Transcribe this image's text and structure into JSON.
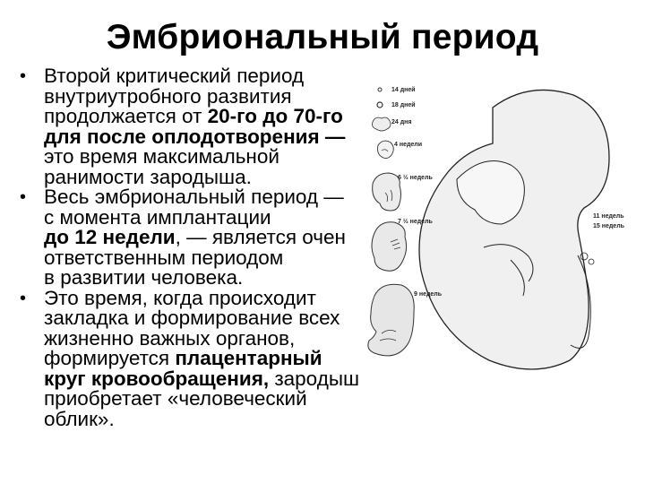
{
  "slide": {
    "title": "Эмбриональный период",
    "bullets": [
      {
        "lines": [
          [
            {
              "text": "Второй критический период",
              "bold": false
            }
          ],
          [
            {
              "text": "внутриутробного развития",
              "bold": false
            }
          ],
          [
            {
              "text": "продолжается от ",
              "bold": false
            },
            {
              "text": "20-го до 70-го",
              "bold": true
            }
          ],
          [
            {
              "text": "для после оплодотворения —",
              "bold": true
            }
          ],
          [
            {
              "text": "это время максимальной",
              "bold": false
            }
          ],
          [
            {
              "text": "ранимости зародыша.",
              "bold": false
            }
          ]
        ]
      },
      {
        "lines": [
          [
            {
              "text": "Весь эмбриональный период —",
              "bold": false
            }
          ],
          [
            {
              "text": "с момента имплантации",
              "bold": false
            }
          ],
          [
            {
              "text": "до 12 недели",
              "bold": true
            },
            {
              "text": ", — является очен",
              "bold": false
            }
          ],
          [
            {
              "text": "ответственным периодом",
              "bold": false
            }
          ],
          [
            {
              "text": "в развитии человека.",
              "bold": false
            }
          ]
        ]
      },
      {
        "lines": [
          [
            {
              "text": "Это время, когда происходит",
              "bold": false
            }
          ],
          [
            {
              "text": "закладка и формирование всех",
              "bold": false
            }
          ],
          [
            {
              "text": "жизненно важных органов,",
              "bold": false
            }
          ],
          [
            {
              "text": "формируется ",
              "bold": false
            },
            {
              "text": "плацентарный",
              "bold": true
            }
          ],
          [
            {
              "text": "круг кровообращения,",
              "bold": true
            },
            {
              "text": " зародыш",
              "bold": false
            }
          ],
          [
            {
              "text": "приобретает «человеческий",
              "bold": false
            }
          ],
          [
            {
              "text": "облик».",
              "bold": false
            }
          ]
        ]
      }
    ],
    "bullet_glyph": "•",
    "figure": {
      "labels": {
        "d14": "14 дней",
        "d18": "18 дней",
        "d24": "24 дня",
        "w4": "4 недели",
        "w6": "6 ½ недель",
        "w7": "7 ½ недель",
        "w9": "9 недель",
        "w11": "11 недель",
        "w15": "15 недель"
      }
    }
  }
}
